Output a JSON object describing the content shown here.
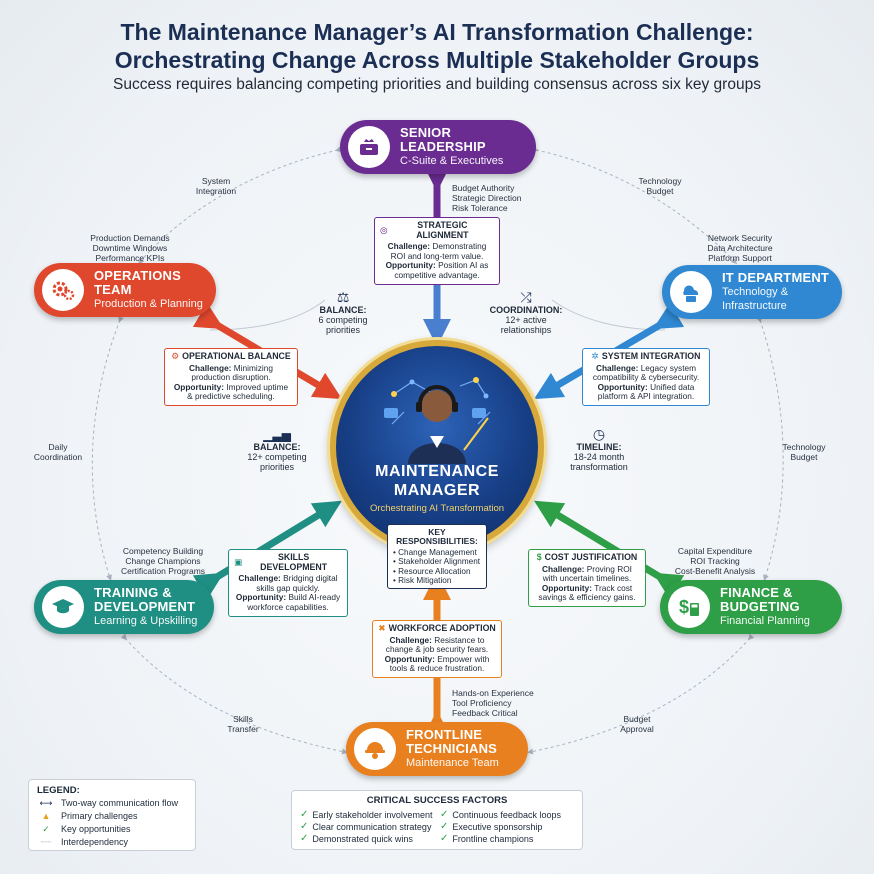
{
  "header": {
    "title_line1": "The Maintenance Manager’s AI Transformation Challenge:",
    "title_line2": "Orchestrating Change Across Multiple Stakeholder Groups",
    "subtitle": "Success requires balancing competing priorities and building consensus across six key groups"
  },
  "center": {
    "name_line1": "MAINTENANCE",
    "name_line2": "MANAGER",
    "tagline": "Orchestrating AI Transformation",
    "responsibilities_title": "KEY RESPONSIBILITIES:",
    "responsibilities": [
      "• Change Management",
      "• Stakeholder Alignment",
      "• Resource Allocation",
      "• Risk Mitigation"
    ]
  },
  "stakeholders": {
    "leadership": {
      "name": "SENIOR LEADERSHIP",
      "sub": "C-Suite & Executives",
      "color": "#6a2c91"
    },
    "operations": {
      "name": "OPERATIONS TEAM",
      "sub": "Production & Planning",
      "color": "#e0482e"
    },
    "it": {
      "name": "IT DEPARTMENT",
      "sub_line1": "Technology &",
      "sub_line2": "Infrastructure",
      "color": "#2f88d1"
    },
    "training": {
      "name_line1": "TRAINING &",
      "name_line2": "DEVELOPMENT",
      "sub": "Learning & Upskilling",
      "color": "#1f8f84"
    },
    "finance": {
      "name_line1": "FINANCE &",
      "name_line2": "BUDGETING",
      "sub": "Financial Planning",
      "color": "#2e9e47"
    },
    "frontline": {
      "name_line1": "FRONTLINE",
      "name_line2": "TECHNICIANS",
      "sub": "Maintenance Team",
      "color": "#e8801f"
    }
  },
  "flows": {
    "leadership": [
      "Budget Authority",
      "Strategic Direction",
      "Risk Tolerance"
    ],
    "operations": [
      "Production Demands",
      "Downtime Windows",
      "Performance KPIs"
    ],
    "it": [
      "Network Security",
      "Data Architecture",
      "Platform Support"
    ],
    "training": [
      "Competency Building",
      "Change Champions",
      "Certification Programs"
    ],
    "finance": [
      "Capital Expenditure",
      "ROI Tracking",
      "Cost-Benefit Analysis"
    ],
    "frontline": [
      "Hands-on Experience",
      "Tool Proficiency",
      "Feedback Critical"
    ]
  },
  "interdependencies": {
    "system_integration": [
      "System",
      "Integration"
    ],
    "technology_budget_top": [
      "Technology",
      "Budget"
    ],
    "daily_coordination": [
      "Daily",
      "Coordination"
    ],
    "technology_budget_right": [
      "Technology",
      "Budget"
    ],
    "skills_transfer": [
      "Skills",
      "Transfer"
    ],
    "budget_approval": [
      "Budget",
      "Approval"
    ]
  },
  "callouts": {
    "strategic": {
      "title": "STRATEGIC ALIGNMENT",
      "challenge_label": "Challenge:",
      "challenge": "Demonstrating ROI and long-term value.",
      "opportunity_label": "Opportunity:",
      "opportunity": "Position AI as competitive advantage."
    },
    "operational": {
      "title": "OPERATIONAL BALANCE",
      "challenge_label": "Challenge:",
      "challenge": "Minimizing production disruption.",
      "opportunity_label": "Opportunity:",
      "opportunity": "Improved uptime & predictive scheduling."
    },
    "system": {
      "title": "SYSTEM INTEGRATION",
      "challenge_label": "Challenge:",
      "challenge": "Legacy system compatibility & cybersecurity.",
      "opportunity_label": "Opportunity:",
      "opportunity": "Unified data platform & API integration."
    },
    "skills": {
      "title": "SKILLS DEVELOPMENT",
      "challenge_label": "Challenge:",
      "challenge": "Bridging digital skills gap quickly.",
      "opportunity_label": "Opportunity:",
      "opportunity": "Build AI-ready workforce capabilities."
    },
    "cost": {
      "title": "COST JUSTIFICATION",
      "challenge_label": "Challenge:",
      "challenge": "Proving ROI with uncertain timelines.",
      "opportunity_label": "Opportunity:",
      "opportunity": "Track cost savings & efficiency gains."
    },
    "workforce": {
      "title": "WORKFORCE ADOPTION",
      "challenge_label": "Challenge:",
      "challenge": "Resistance to change & job security fears.",
      "opportunity_label": "Opportunity:",
      "opportunity": "Empower with tools & reduce frustration."
    }
  },
  "stats": {
    "balance1": {
      "title": "BALANCE:",
      "line1": "6 competing",
      "line2": "priorities"
    },
    "coordination": {
      "title": "COORDINATION:",
      "line1": "12+ active",
      "line2": "relationships"
    },
    "balance2": {
      "title": "BALANCE:",
      "line1": "12+ competing",
      "line2": "priorities"
    },
    "timeline": {
      "title": "TIMELINE:",
      "line1": "18-24 month",
      "line2": "transformation"
    }
  },
  "legend": {
    "title": "LEGEND:",
    "items": [
      "Two-way communication flow",
      "Primary challenges",
      "Key opportunities",
      "Interdependency"
    ]
  },
  "csf": {
    "title": "CRITICAL SUCCESS FACTORS",
    "items": [
      "Early stakeholder involvement",
      "Continuous feedback loops",
      "Clear communication strategy",
      "Executive sponsorship",
      "Demonstrated quick wins",
      "Frontline champions"
    ]
  }
}
